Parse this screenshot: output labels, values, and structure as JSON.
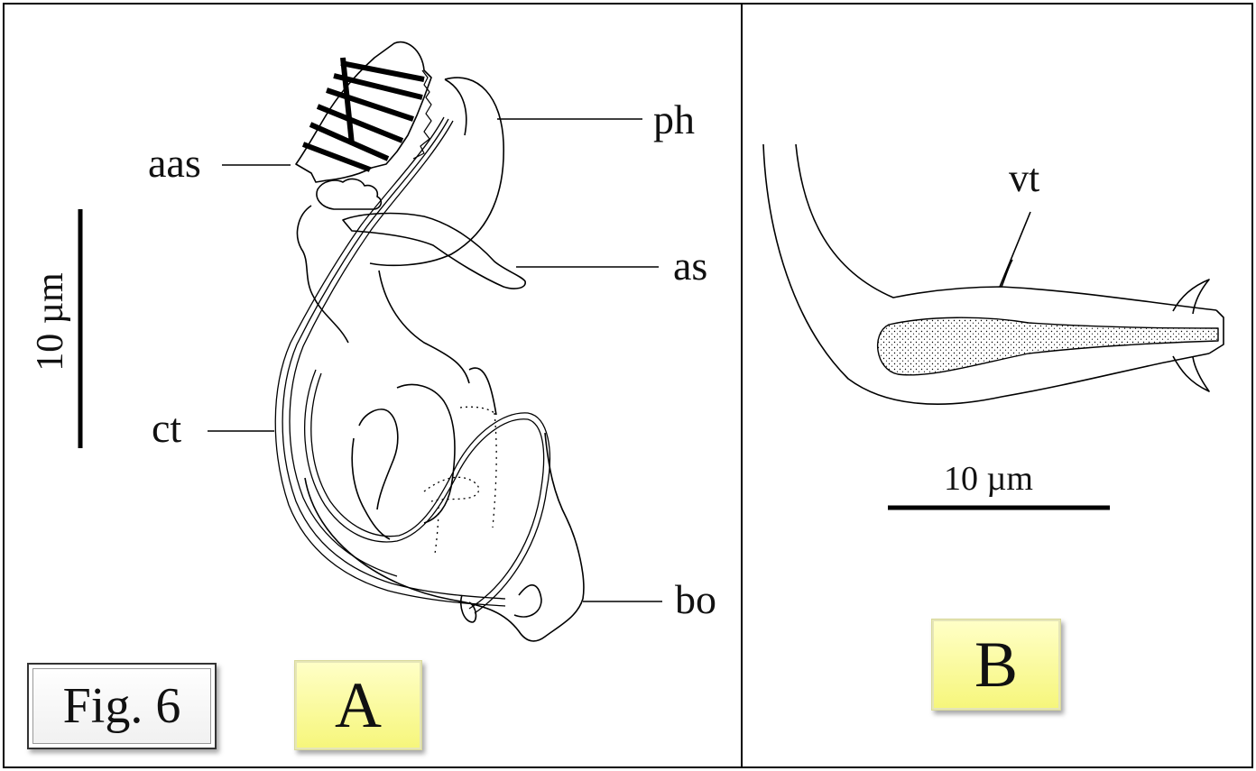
{
  "figure": {
    "fig_label": "Fig. 6",
    "panel_a": {
      "panel_label": "A",
      "scale_label": "10 µm",
      "annotations": {
        "aas": "aas",
        "ph": "ph",
        "as": "as",
        "ct": "ct",
        "bo": "bo"
      }
    },
    "panel_b": {
      "panel_label": "B",
      "scale_label": "10 µm",
      "annotations": {
        "vt": "vt"
      }
    }
  }
}
